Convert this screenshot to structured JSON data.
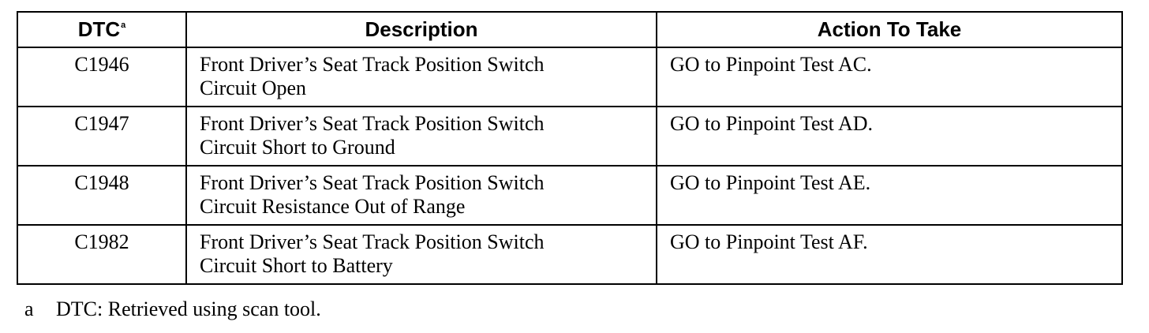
{
  "table": {
    "headers": {
      "dtc": "DTC",
      "dtc_marker": "a",
      "description": "Description",
      "action": "Action To Take"
    },
    "rows": [
      {
        "dtc": "C1946",
        "description_line1": "Front Driver’s Seat Track Position Switch",
        "description_line2": "Circuit Open",
        "action": "GO to Pinpoint Test AC."
      },
      {
        "dtc": "C1947",
        "description_line1": "Front Driver’s Seat Track Position Switch",
        "description_line2": "Circuit Short to Ground",
        "action": "GO to Pinpoint Test AD."
      },
      {
        "dtc": "C1948",
        "description_line1": "Front Driver’s Seat Track Position Switch",
        "description_line2": "Circuit Resistance Out of Range",
        "action": "GO to Pinpoint Test AE."
      },
      {
        "dtc": "C1982",
        "description_line1": "Front Driver’s Seat Track Position Switch",
        "description_line2": "Circuit Short to Battery",
        "action": "GO to Pinpoint Test AF."
      }
    ]
  },
  "footnote": {
    "marker": "a",
    "text": "DTC: Retrieved using scan tool."
  }
}
